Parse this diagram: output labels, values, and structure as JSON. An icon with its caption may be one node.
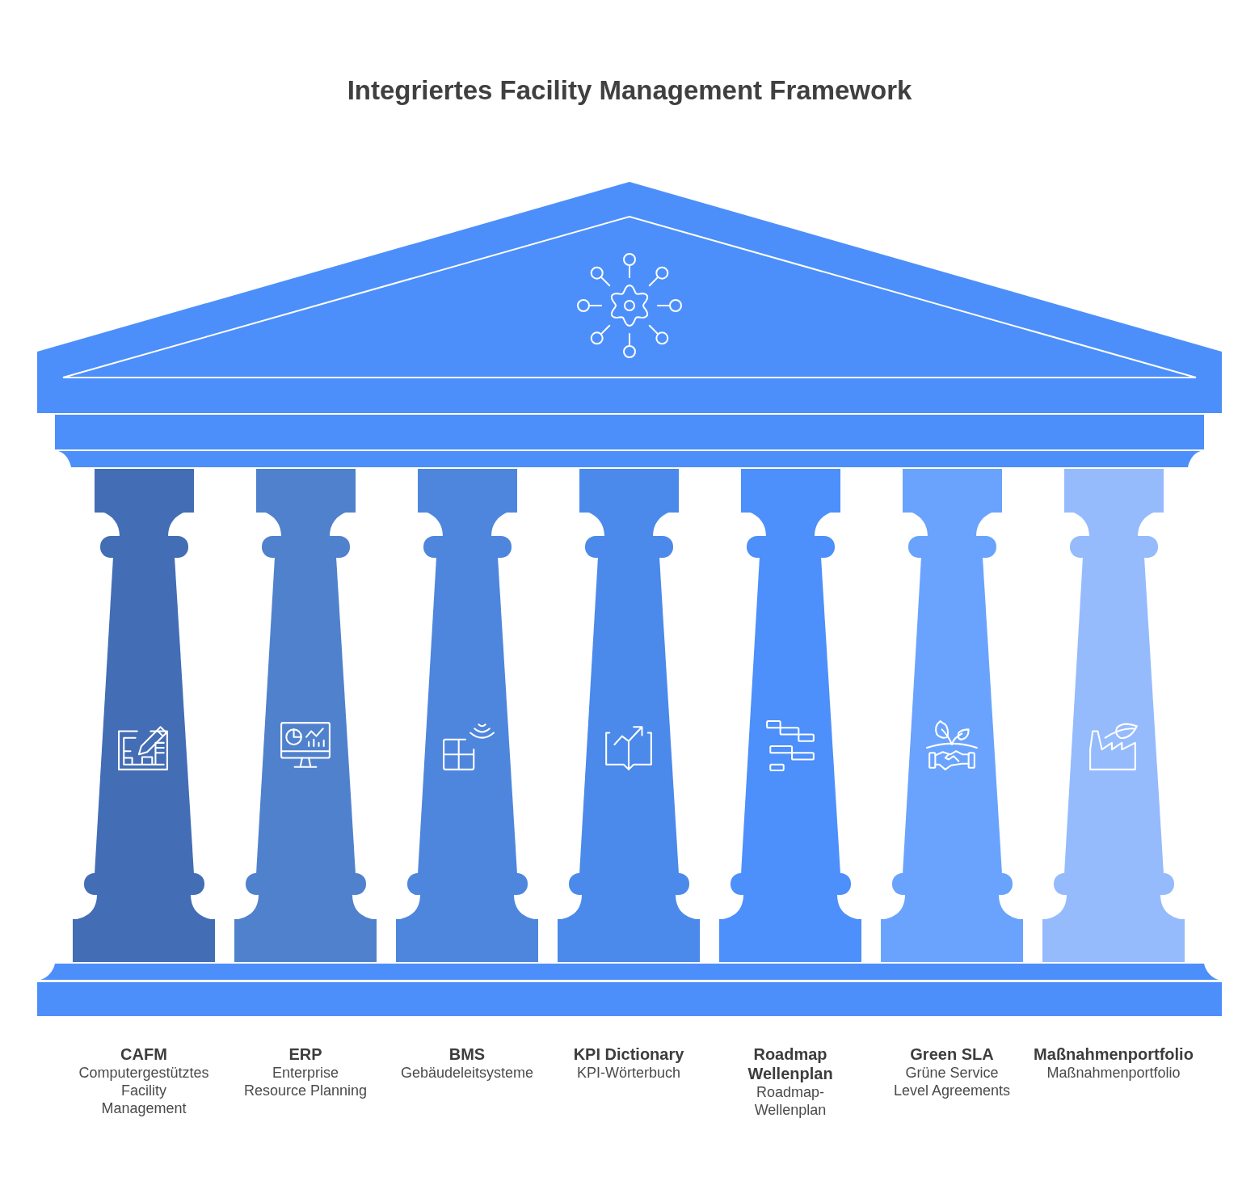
{
  "diagram": {
    "title": "Integriertes Facility Management Framework",
    "nodes": [
      {
        "text": [
          "CAFM",
          "Computergestütztes Facility Management"
        ]
      },
      {
        "text": [
          "ERP",
          "Enterprise Resource Planning"
        ]
      },
      {
        "text": [
          "BMS",
          "Gebäudeleitsysteme"
        ]
      },
      {
        "text": [
          "KPI Dictionary",
          "KPI-Wörterbuch"
        ]
      },
      {
        "text": [
          "Roadmap Wellenplan",
          "Roadmap-Wellenplan"
        ]
      },
      {
        "text": [
          "Green SLA",
          "Grüne Service Level Agreements"
        ]
      },
      {
        "text": [
          "Maßnahmenportfolio",
          "Maßnahmenportfolio"
        ]
      }
    ]
  }
}
